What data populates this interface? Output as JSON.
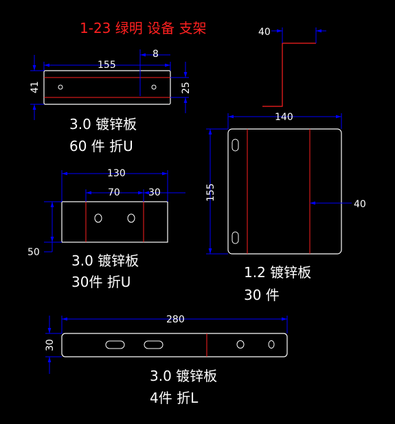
{
  "title": "1-23 绿明 设备 支架",
  "colors": {
    "background": "#000000",
    "outline": "#ffffff",
    "dimension": "#0000ff",
    "bend": "#ff2020",
    "title": "#ff2020",
    "text": "#ffffff"
  },
  "part_a": {
    "dim_length": "155",
    "dim_offset": "8",
    "dim_height": "41",
    "dim_inner": "25",
    "note_material": "3.0 镀锌板",
    "note_qty": "60 件 折U"
  },
  "part_b": {
    "dim_length": "130",
    "dim_mid": "70",
    "dim_side": "30",
    "dim_height": "50",
    "note_material": "3.0 镀锌板",
    "note_qty": "30件 折U"
  },
  "part_c": {
    "dim_width": "140",
    "dim_height": "155",
    "dim_flange": "40",
    "dim_profile": "40",
    "note_material": "1.2 镀锌板",
    "note_qty": "30 件"
  },
  "part_d": {
    "dim_length": "280",
    "dim_height": "30",
    "note_material": "3.0 镀锌板",
    "note_qty": "4件 折L"
  }
}
